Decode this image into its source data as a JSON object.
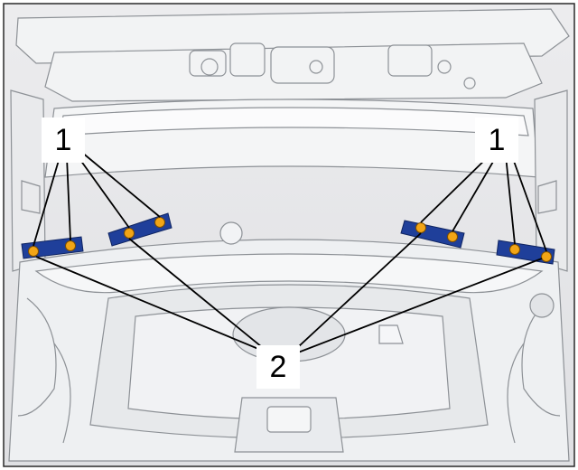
{
  "callouts": {
    "left_label": "1",
    "right_label": "1",
    "bottom_label": "2"
  },
  "colors": {
    "bracket": "#1f3f9a",
    "fastener": "#f2a516",
    "body_panel": "#e6e7e9",
    "outline": "#8d9196",
    "leader_line": "#000000"
  },
  "icons": [
    "bracket-icon",
    "fastener-icon"
  ]
}
